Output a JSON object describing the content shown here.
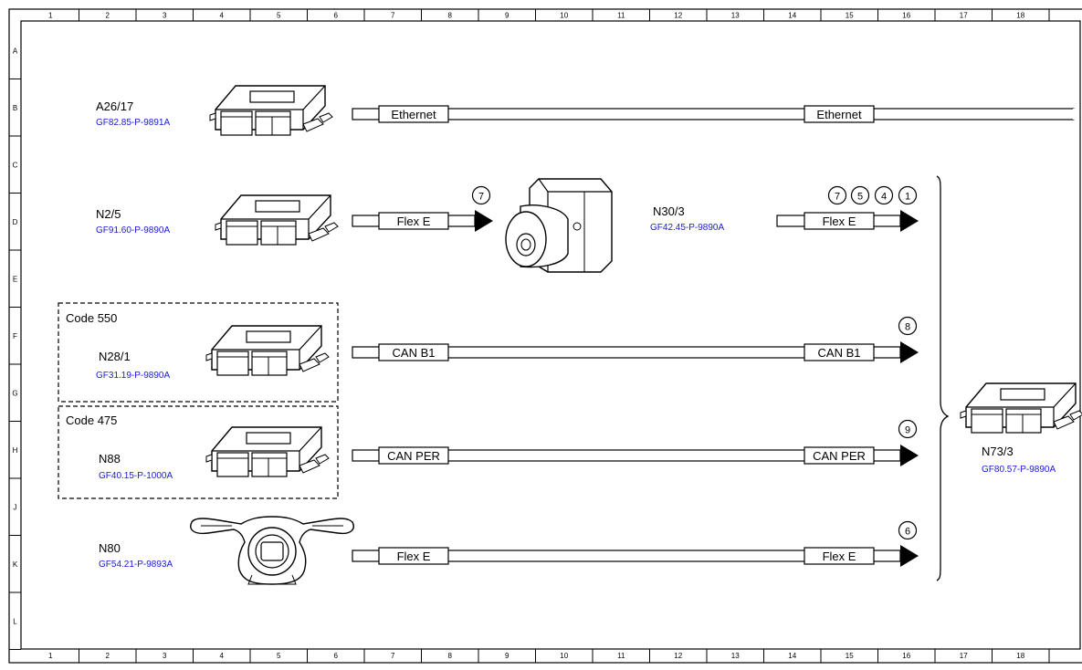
{
  "frame": {
    "columns": [
      "1",
      "2",
      "3",
      "4",
      "5",
      "6",
      "7",
      "8",
      "9",
      "10",
      "11",
      "12",
      "13",
      "14",
      "15",
      "16",
      "17",
      "18"
    ],
    "rows": [
      "A",
      "B",
      "C",
      "D",
      "E",
      "F",
      "G",
      "H",
      "J",
      "K",
      "L"
    ]
  },
  "components": {
    "a26_17": {
      "name": "A26/17",
      "ref": "GF82.85-P-9891A"
    },
    "n2_5": {
      "name": "N2/5",
      "ref": "GF91.60-P-9890A"
    },
    "n30_3": {
      "name": "N30/3",
      "ref": "GF42.45-P-9890A"
    },
    "n28_1": {
      "name": "N28/1",
      "ref": "GF31.19-P-9890A"
    },
    "n88": {
      "name": "N88",
      "ref": "GF40.15-P-1000A"
    },
    "n80": {
      "name": "N80",
      "ref": "GF54.21-P-9893A"
    },
    "n73_3": {
      "name": "N73/3",
      "ref": "GF80.57-P-9890A"
    }
  },
  "groups": {
    "code550": "Code 550",
    "code475": "Code 475"
  },
  "buses": {
    "ethernet": "Ethernet",
    "flexe": "Flex E",
    "canb1": "CAN B1",
    "canper": "CAN PER"
  },
  "markers": {
    "m7a": "7",
    "m7b": "7",
    "m5": "5",
    "m4": "4",
    "m1": "1",
    "m8": "8",
    "m9": "9",
    "m6": "6"
  }
}
